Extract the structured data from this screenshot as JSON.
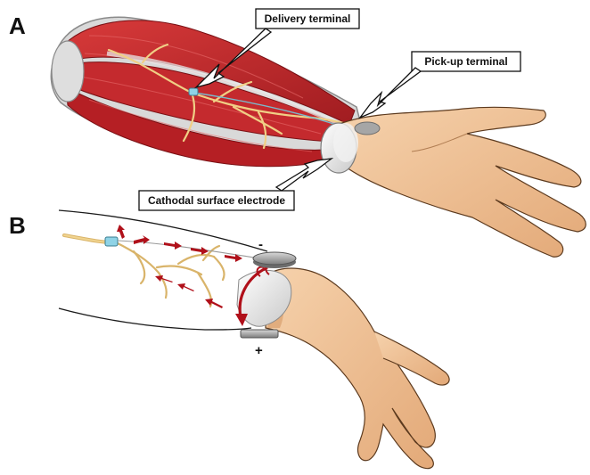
{
  "panels": {
    "a": {
      "letter": "A",
      "labels": {
        "delivery": "Delivery terminal",
        "pickup": "Pick-up terminal",
        "cathodal": "Cathodal surface electrode"
      }
    },
    "b": {
      "letter": "B",
      "cathode_sign": "-",
      "anode_sign": "+"
    }
  },
  "colors": {
    "muscle": "#c8262b",
    "muscle_dark": "#8f1419",
    "nerve": "#e3c27a",
    "skin": "#f2c69a",
    "skin_shadow": "#d99f6d",
    "current_arrow": "#b0101a",
    "electrode": "#9a9a9a",
    "implant": "#8fd3e6"
  }
}
